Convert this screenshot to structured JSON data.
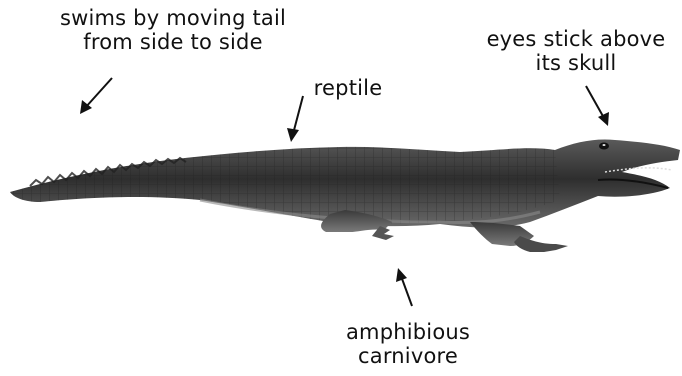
{
  "annotations": {
    "swims_line1": "swims by moving tail",
    "swims_line2": "from side to side",
    "reptile": "reptile",
    "eyes_line1": "eyes stick above",
    "eyes_line2": "its skull",
    "amphibious_line1": "amphibious",
    "amphibious_line2": "carnivore"
  },
  "colors": {
    "background": "#ffffff",
    "text": "#111111",
    "arrow": "#111111",
    "body_dark": "#2b2b2b",
    "body_mid": "#4a4a4a",
    "body_light": "#6e6e6e"
  },
  "illustration": "alligator-side-view"
}
